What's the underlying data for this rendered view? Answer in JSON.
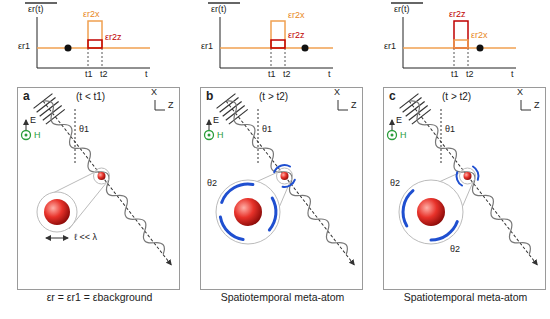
{
  "diagram": {
    "nodes": [
      {
        "text": [
          "a",
          "(t < t1)",
          "εr = εr1 = εbackground"
        ]
      },
      {
        "text": [
          "b",
          "(t > t2)",
          "Spatiotemporal meta-atom"
        ]
      },
      {
        "text": [
          "c",
          "(t > t2)",
          "Spatiotemporal meta-atom"
        ]
      }
    ],
    "labels": [
      "εr(t)",
      "εr2x",
      "εr1",
      "εr2z",
      "t1",
      "t2",
      "t",
      "εr(t)",
      "εr2x",
      "εr1",
      "εr2z",
      "t1",
      "t2",
      "t",
      "εr(t)",
      "εr2z",
      "εr1",
      "εr2x",
      "t1",
      "t2",
      "t",
      "X",
      "Z",
      "E",
      "H",
      "θ1",
      "ℓ << λ",
      "X",
      "Z",
      "E",
      "H",
      "θ1",
      "θ2",
      "X",
      "Z",
      "E",
      "H",
      "θ1",
      "θ2",
      "θ2"
    ]
  }
}
